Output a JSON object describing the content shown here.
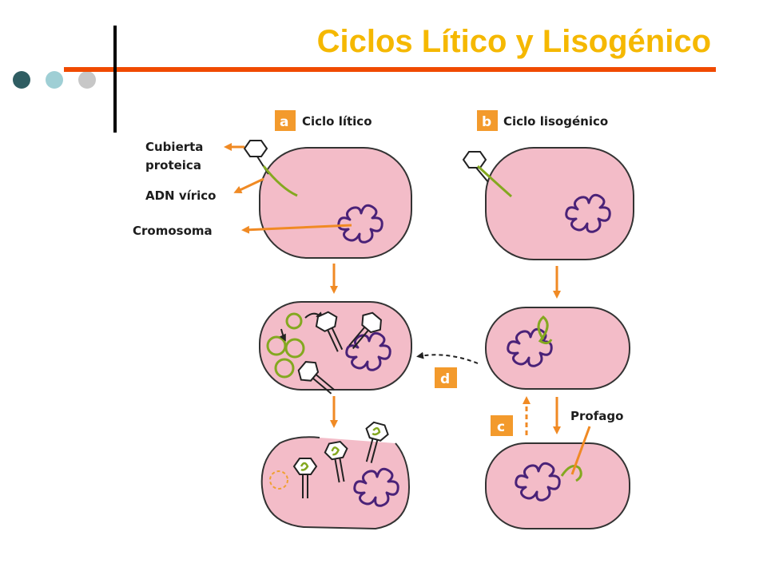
{
  "slide": {
    "title": "Ciclos Lítico y Lisogénico"
  },
  "colors": {
    "title": "#f5b800",
    "accent_line": "#f04a00",
    "dot_1": "#2f5d62",
    "dot_2": "#9fcfd5",
    "dot_3": "#c7c7c7",
    "cell_fill": "#f3bcc8",
    "cell_stroke": "#333333",
    "chromosome": "#4a2278",
    "viral_dna": "#84a820",
    "arrow": "#f08a24",
    "badge": "#f39a2c"
  },
  "figure": {
    "panel_a": {
      "badge": "a",
      "label": "Ciclo lítico"
    },
    "panel_b": {
      "badge": "b",
      "label": "Ciclo lisogénico"
    },
    "step_c": {
      "badge": "c"
    },
    "step_d": {
      "badge": "d"
    },
    "labels": {
      "cubierta_1": "Cubierta",
      "cubierta_2": "proteica",
      "adn": "ADN vírico",
      "cromosoma": "Cromosoma",
      "profago": "Profago"
    }
  }
}
